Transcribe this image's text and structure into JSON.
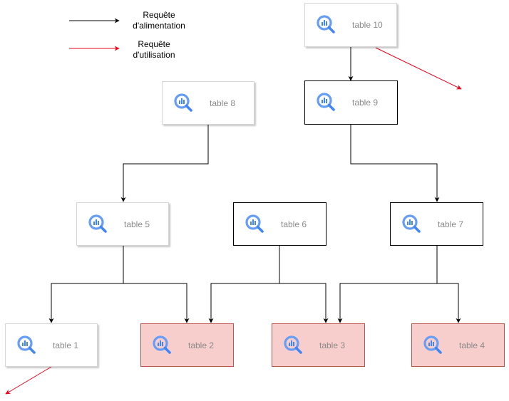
{
  "legend": {
    "feed_label": "Requête\nd'alimentation",
    "usage_label": "Requête\nd'utilisation"
  },
  "colors": {
    "feed_arrow": "#000000",
    "usage_arrow": "#e8001c",
    "highlight_fill": "#f8cecc",
    "highlight_border": "#b85450",
    "icon_blue": "#669df6",
    "icon_dark_blue": "#4285f4"
  },
  "tables": {
    "t10": {
      "label": "table 10",
      "icon": "bigquery-icon"
    },
    "t9": {
      "label": "table 9",
      "icon": "bigquery-icon"
    },
    "t8": {
      "label": "table 8",
      "icon": "bigquery-icon"
    },
    "t5": {
      "label": "table 5",
      "icon": "bigquery-icon"
    },
    "t6": {
      "label": "table 6",
      "icon": "bigquery-icon"
    },
    "t7": {
      "label": "table 7",
      "icon": "bigquery-icon"
    },
    "t1": {
      "label": "table 1",
      "icon": "bigquery-icon"
    },
    "t2": {
      "label": "table 2",
      "icon": "bigquery-icon"
    },
    "t3": {
      "label": "table 3",
      "icon": "bigquery-icon"
    },
    "t4": {
      "label": "table 4",
      "icon": "bigquery-icon"
    }
  }
}
